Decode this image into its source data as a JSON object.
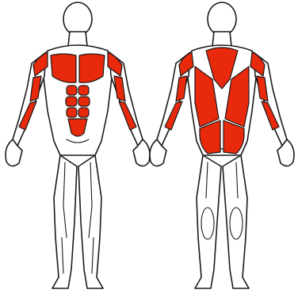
{
  "figure": {
    "views": [
      {
        "view": "front",
        "highlighted_muscles": [
          "deltoids",
          "pectorals",
          "biceps",
          "forearms",
          "abdominals"
        ]
      },
      {
        "view": "back",
        "highlighted_muscles": [
          "trapezius",
          "rear-deltoids",
          "triceps",
          "forearms",
          "latissimus-dorsi",
          "lower-back"
        ]
      }
    ],
    "colors": {
      "highlight": "#e8290b",
      "outline": "#1a1a1a",
      "body_fill": "#ffffff"
    }
  }
}
